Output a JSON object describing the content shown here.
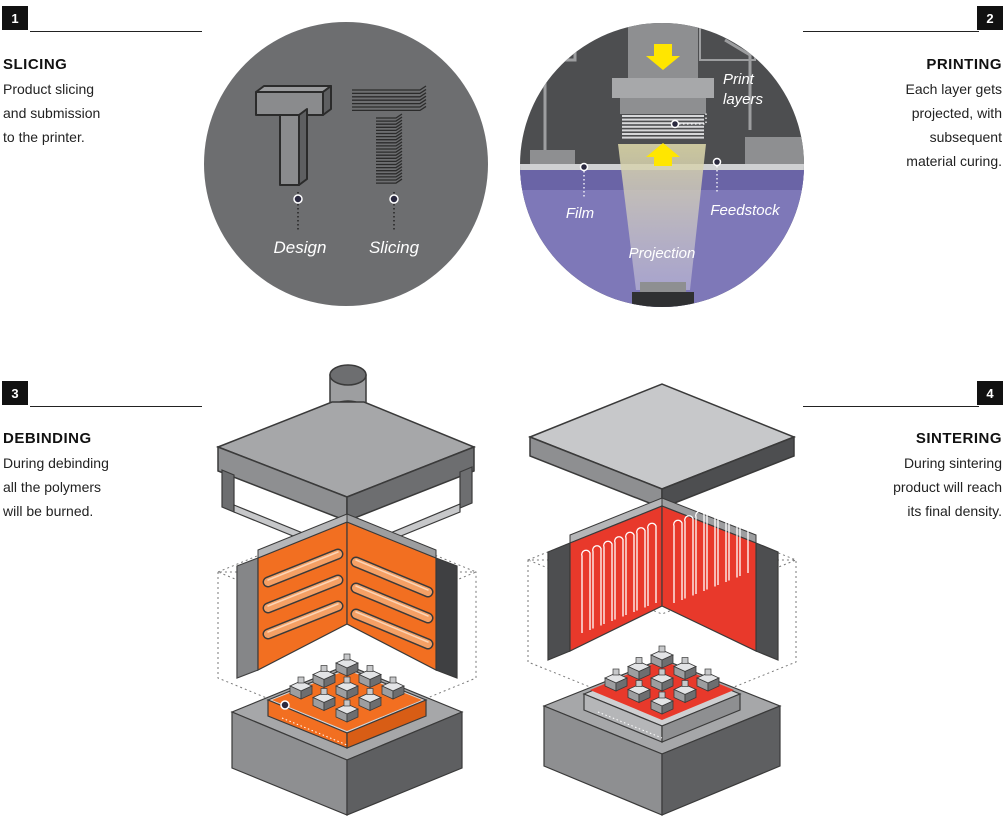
{
  "steps": [
    {
      "number": "1",
      "title": "SLICING",
      "description_lines": [
        "Product slicing",
        "and submission",
        "to the printer."
      ]
    },
    {
      "number": "2",
      "title": "PRINTING",
      "description_lines": [
        "Each layer gets",
        "projected, with",
        "subsequent",
        "material curing."
      ]
    },
    {
      "number": "3",
      "title": "DEBINDING",
      "description_lines": [
        "During debinding",
        "all the polymers",
        "will be burned."
      ]
    },
    {
      "number": "4",
      "title": "SINTERING",
      "description_lines": [
        "During sintering",
        "product will reach",
        "its final density."
      ]
    }
  ],
  "labels": {
    "design": "Design",
    "slicing": "Slicing",
    "print_layers_line1": "Print",
    "print_layers_line2": "layers",
    "film": "Film",
    "feedstock": "Feedstock",
    "projection": "Projection"
  },
  "colors": {
    "slicing_circle": "#6d6e70",
    "printing_bg": "#4d4e50",
    "resin": "#7e78b8",
    "arrow": "#ffe600",
    "debinding_heat": "#f26f21",
    "sintering_heat": "#e8392b"
  }
}
